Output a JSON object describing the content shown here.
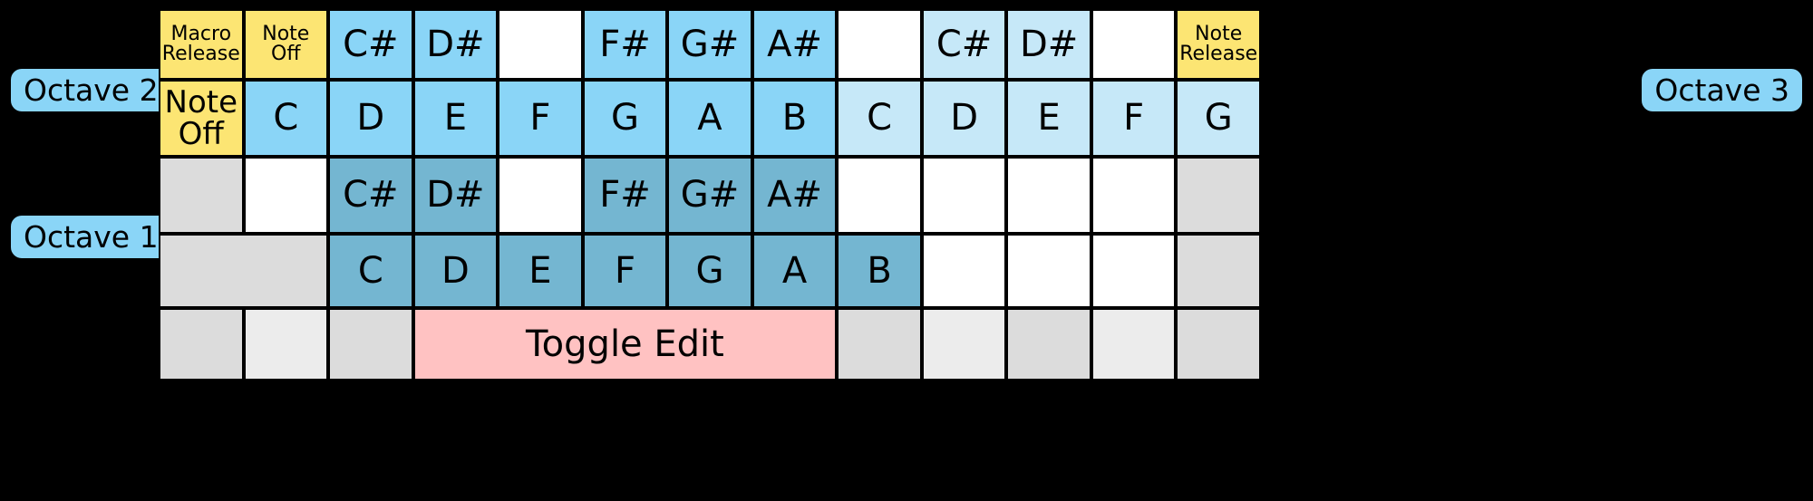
{
  "labels": {
    "octave_left_top": "Octave 2",
    "octave_left_bottom": "Octave 1",
    "octave_right": "Octave 3"
  },
  "colors": {
    "background": "#000000",
    "yellow": "#fce573",
    "octave2_blue": "#8ad5f7",
    "octave3_blue": "#c6e8f8",
    "octave1_blue": "#74b6d1",
    "pink": "#ffc2c2",
    "gray": "#dcdcdc",
    "gray_light": "#ececec",
    "white": "#ffffff"
  },
  "rows": [
    {
      "name": "octave2-black-keys",
      "cells": [
        {
          "text": "Macro Release",
          "style": "c-yellow",
          "size": "t-sm",
          "span": 1
        },
        {
          "text": "Note Off",
          "style": "c-yellow",
          "size": "t-sm",
          "span": 1
        },
        {
          "text": "C#",
          "style": "c-blue2",
          "size": "t-lg",
          "span": 1
        },
        {
          "text": "D#",
          "style": "c-blue2",
          "size": "t-lg",
          "span": 1
        },
        {
          "text": "",
          "style": "c-white",
          "size": "t-lg",
          "span": 1
        },
        {
          "text": "F#",
          "style": "c-blue2",
          "size": "t-lg",
          "span": 1
        },
        {
          "text": "G#",
          "style": "c-blue2",
          "size": "t-lg",
          "span": 1
        },
        {
          "text": "A#",
          "style": "c-blue2",
          "size": "t-lg",
          "span": 1
        },
        {
          "text": "",
          "style": "c-white",
          "size": "t-lg",
          "span": 1
        },
        {
          "text": "C#",
          "style": "c-blue3",
          "size": "t-lg",
          "span": 1
        },
        {
          "text": "D#",
          "style": "c-blue3",
          "size": "t-lg",
          "span": 1
        },
        {
          "text": "",
          "style": "c-white",
          "size": "t-lg",
          "span": 1
        },
        {
          "text": "Note Release",
          "style": "c-yellow",
          "size": "t-sm",
          "span": 1
        }
      ],
      "tail": {
        "text": "",
        "style": "c-gray"
      }
    },
    {
      "name": "octave2-white-keys",
      "cells": [
        {
          "text": "Note Off",
          "style": "c-yellow",
          "size": "t-md",
          "span": 1
        },
        {
          "text": "C",
          "style": "c-blue2",
          "size": "t-lg",
          "span": 1
        },
        {
          "text": "D",
          "style": "c-blue2",
          "size": "t-lg",
          "span": 1
        },
        {
          "text": "E",
          "style": "c-blue2",
          "size": "t-lg",
          "span": 1
        },
        {
          "text": "F",
          "style": "c-blue2",
          "size": "t-lg",
          "span": 1
        },
        {
          "text": "G",
          "style": "c-blue2",
          "size": "t-lg",
          "span": 1
        },
        {
          "text": "A",
          "style": "c-blue2",
          "size": "t-lg",
          "span": 1
        },
        {
          "text": "B",
          "style": "c-blue2",
          "size": "t-lg",
          "span": 1
        },
        {
          "text": "C",
          "style": "c-blue3",
          "size": "t-lg",
          "span": 1
        },
        {
          "text": "D",
          "style": "c-blue3",
          "size": "t-lg",
          "span": 1
        },
        {
          "text": "E",
          "style": "c-blue3",
          "size": "t-lg",
          "span": 1
        },
        {
          "text": "F",
          "style": "c-blue3",
          "size": "t-lg",
          "span": 1
        },
        {
          "text": "G",
          "style": "c-blue3",
          "size": "t-lg",
          "span": 1
        }
      ],
      "tail": {
        "text": "",
        "style": "c-white"
      }
    },
    {
      "name": "octave1-black-keys",
      "cells": [
        {
          "text": "",
          "style": "c-gray",
          "size": "t-lg",
          "span": 1
        },
        {
          "text": "",
          "style": "c-white",
          "size": "t-lg",
          "span": 1
        },
        {
          "text": "C#",
          "style": "c-blue1",
          "size": "t-lg",
          "span": 1
        },
        {
          "text": "D#",
          "style": "c-blue1",
          "size": "t-lg",
          "span": 1
        },
        {
          "text": "",
          "style": "c-white",
          "size": "t-lg",
          "span": 1
        },
        {
          "text": "F#",
          "style": "c-blue1",
          "size": "t-lg",
          "span": 1
        },
        {
          "text": "G#",
          "style": "c-blue1",
          "size": "t-lg",
          "span": 1
        },
        {
          "text": "A#",
          "style": "c-blue1",
          "size": "t-lg",
          "span": 1
        },
        {
          "text": "",
          "style": "c-white",
          "size": "t-lg",
          "span": 1
        },
        {
          "text": "",
          "style": "c-white",
          "size": "t-lg",
          "span": 1
        },
        {
          "text": "",
          "style": "c-white",
          "size": "t-lg",
          "span": 1
        },
        {
          "text": "",
          "style": "c-white",
          "size": "t-lg",
          "span": 1
        },
        {
          "text": "",
          "style": "c-gray",
          "size": "t-lg",
          "span": 1
        }
      ],
      "tail": {
        "text": "",
        "style": "c-gray"
      }
    },
    {
      "name": "octave1-white-keys",
      "cells": [
        {
          "text": "",
          "style": "c-gray",
          "size": "t-lg",
          "span": 2
        },
        {
          "text": "C",
          "style": "c-blue1",
          "size": "t-lg",
          "span": 1
        },
        {
          "text": "D",
          "style": "c-blue1",
          "size": "t-lg",
          "span": 1
        },
        {
          "text": "E",
          "style": "c-blue1",
          "size": "t-lg",
          "span": 1
        },
        {
          "text": "F",
          "style": "c-blue1",
          "size": "t-lg",
          "span": 1
        },
        {
          "text": "G",
          "style": "c-blue1",
          "size": "t-lg",
          "span": 1
        },
        {
          "text": "A",
          "style": "c-blue1",
          "size": "t-lg",
          "span": 1
        },
        {
          "text": "B",
          "style": "c-blue1",
          "size": "t-lg",
          "span": 1
        },
        {
          "text": "",
          "style": "c-white",
          "size": "t-lg",
          "span": 1
        },
        {
          "text": "",
          "style": "c-white",
          "size": "t-lg",
          "span": 1
        },
        {
          "text": "",
          "style": "c-white",
          "size": "t-lg",
          "span": 1
        },
        {
          "text": "",
          "style": "c-gray",
          "size": "t-lg",
          "span": 1
        }
      ],
      "tail": {
        "text": "",
        "style": "c-gray"
      }
    },
    {
      "name": "bottom-row",
      "cells": [
        {
          "text": "",
          "style": "c-gray",
          "size": "t-lg",
          "span": 1
        },
        {
          "text": "",
          "style": "c-gray2",
          "size": "t-lg",
          "span": 1
        },
        {
          "text": "",
          "style": "c-gray",
          "size": "t-lg",
          "span": 1
        },
        {
          "text": "Toggle Edit",
          "style": "c-pink",
          "size": "t-toggle",
          "span": 5
        },
        {
          "text": "",
          "style": "c-gray",
          "size": "t-lg",
          "span": 1
        },
        {
          "text": "",
          "style": "c-gray2",
          "size": "t-lg",
          "span": 1
        },
        {
          "text": "",
          "style": "c-gray",
          "size": "t-lg",
          "span": 1
        },
        {
          "text": "",
          "style": "c-gray2",
          "size": "t-lg",
          "span": 1
        },
        {
          "text": "",
          "style": "c-gray",
          "size": "t-lg",
          "span": 1
        }
      ],
      "tail": null
    }
  ]
}
